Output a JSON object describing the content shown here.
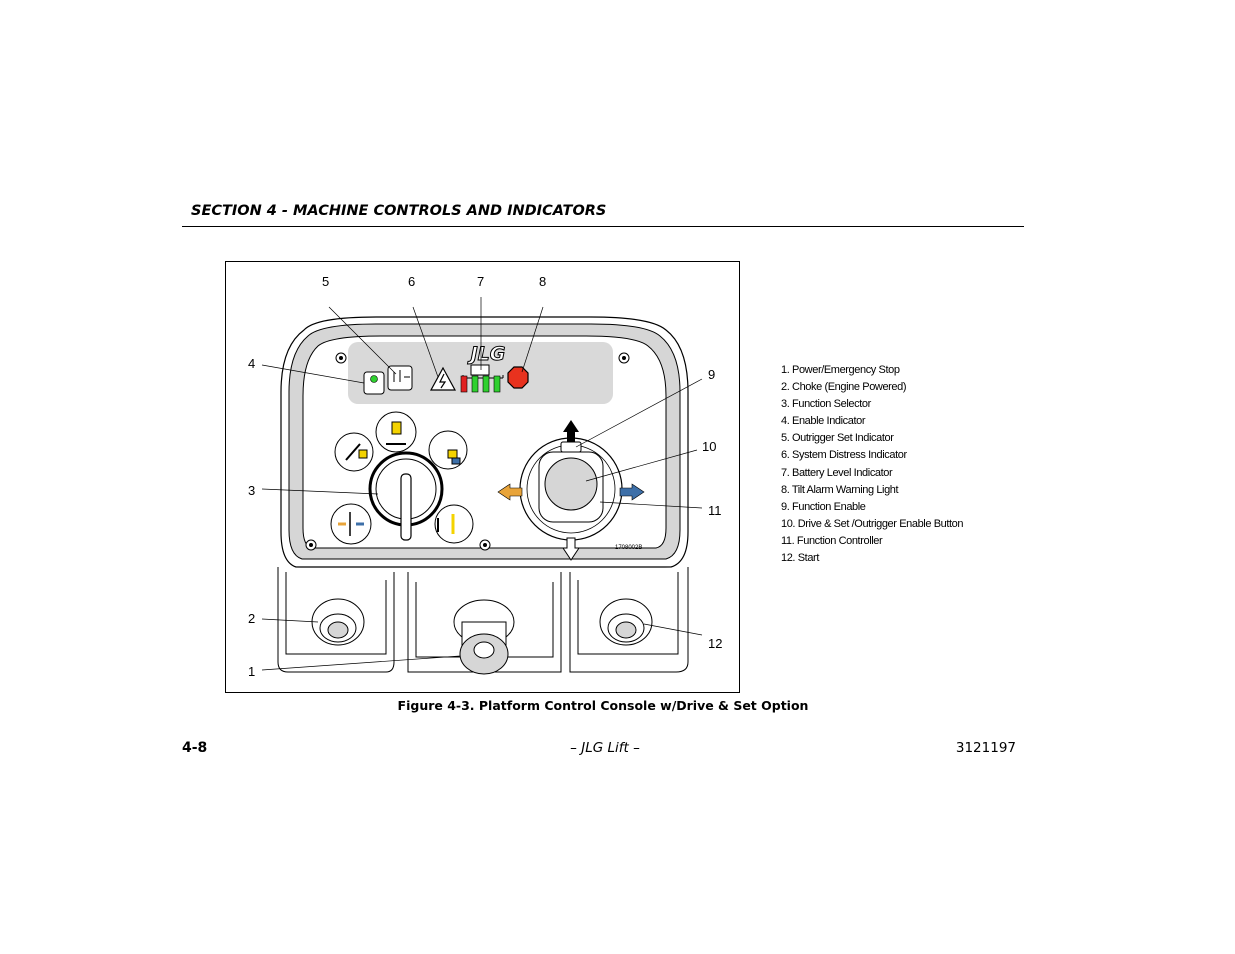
{
  "header": {
    "section_title": "SECTION 4 - MACHINE CONTROLS AND INDICATORS"
  },
  "figure": {
    "callouts": [
      "1",
      "2",
      "3",
      "4",
      "5",
      "6",
      "7",
      "8",
      "9",
      "10",
      "11",
      "12"
    ],
    "logo_text": "JLG",
    "part_number": "1708002B",
    "caption": "Figure 4-3. Platform Control Console w/Drive & Set Option"
  },
  "legend": {
    "items": [
      "1.  Power/Emergency Stop",
      "2.  Choke (Engine Powered)",
      "3.  Function Selector",
      "4.  Enable Indicator",
      "5.  Outrigger Set Indicator",
      "6.  System Distress Indicator",
      "7.  Battery Level Indicator",
      "8.  Tilt Alarm Warning Light",
      "9.  Function Enable",
      "10.  Drive & Set /Outrigger Enable Button",
      "11.  Function Controller",
      "12.  Start"
    ]
  },
  "footer": {
    "page": "4-8",
    "center": "– JLG Lift –",
    "doc_number": "3121197"
  },
  "colors": {
    "arrow_orange": "#e8a43a",
    "arrow_blue": "#3d6fa8",
    "indicator_green": "#2fd02f",
    "indicator_red": "#e02020",
    "stop_red": "#e8321e",
    "yellow": "#f4d300",
    "console_gray": "#d6d6d6"
  }
}
